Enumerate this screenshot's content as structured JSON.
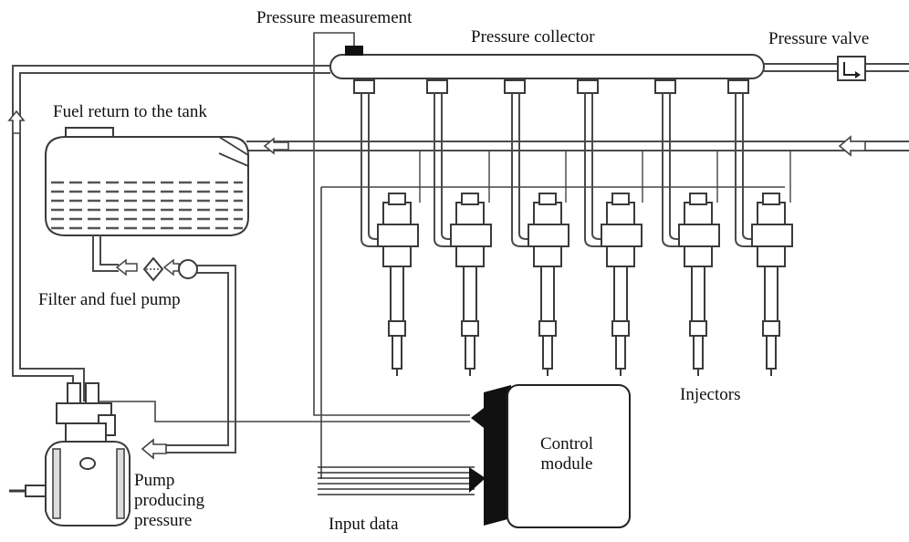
{
  "labels": {
    "pressure_measurement": "Pressure measurement",
    "pressure_collector": "Pressure collector",
    "pressure_valve": "Pressure valve",
    "fuel_return": "Fuel return to the tank",
    "filter_pump": "Filter and fuel pump",
    "injectors": "Injectors",
    "control_module_line1": "Control",
    "control_module_line2": "module",
    "pump_line1": "Pump",
    "pump_line2": "producing",
    "pump_line3": "pressure",
    "input_data": "Input data"
  },
  "injector_count": 6
}
